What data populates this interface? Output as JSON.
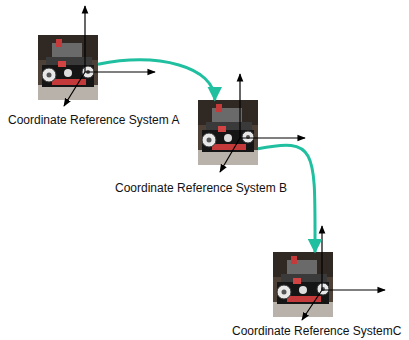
{
  "diagram": {
    "nodes": [
      {
        "text": [
          "Coordinate Reference System A"
        ]
      },
      {
        "text": [
          "Coordinate Reference System B"
        ]
      },
      {
        "text": [
          "Coordinate Reference SystemC"
        ]
      }
    ],
    "edges": [
      {
        "from": 0,
        "to": 1,
        "arrow": "to"
      },
      {
        "from": 1,
        "to": 2,
        "arrow": "to"
      }
    ]
  }
}
